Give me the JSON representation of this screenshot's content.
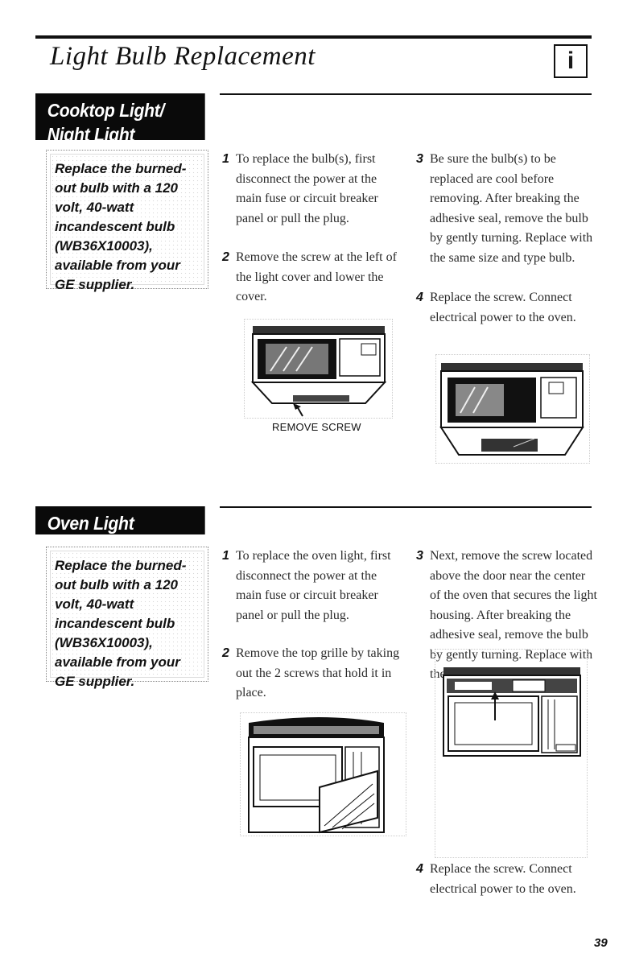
{
  "header": {
    "title": "Light Bulb Replacement",
    "info_symbol": "i"
  },
  "sections": [
    {
      "title_line1": "Cooktop Light/",
      "title_line2": "Night Light",
      "tip": "Replace the burned-out bulb with a 120 volt, 40-watt incandescent bulb (WB36X10003), available from your GE supplier.",
      "steps": [
        {
          "num": "1",
          "text": "To replace the bulb(s), first disconnect the power at the main fuse or circuit breaker panel or pull the plug."
        },
        {
          "num": "2",
          "text": "Remove the screw at the left of the light cover and lower the cover."
        },
        {
          "num": "3",
          "text": "Be sure the bulb(s) to be replaced are cool before removing. After breaking the adhesive seal, remove the bulb by gently turning. Replace with the same size and type bulb."
        },
        {
          "num": "4",
          "text": "Replace the screw. Connect electrical power to the oven."
        }
      ],
      "figure_caption": "REMOVE SCREW"
    },
    {
      "title_line1": "Oven Light",
      "tip": "Replace the burned-out bulb with a 120 volt, 40-watt incandescent bulb (WB36X10003), available from your GE supplier.",
      "steps": [
        {
          "num": "1",
          "text": "To replace the oven light, first disconnect the power at the main fuse or circuit breaker panel or pull the plug."
        },
        {
          "num": "2",
          "text": "Remove the top grille by taking out the 2 screws that hold it in place."
        },
        {
          "num": "3",
          "text": "Next, remove the screw located above the door near the center of the oven that secures the light housing. After breaking the adhesive seal, remove the bulb by gently turning. Replace with the same size and type bulb."
        },
        {
          "num": "4",
          "text": "Replace the screw. Connect electrical power to the oven."
        }
      ]
    }
  ],
  "page_number": "39"
}
